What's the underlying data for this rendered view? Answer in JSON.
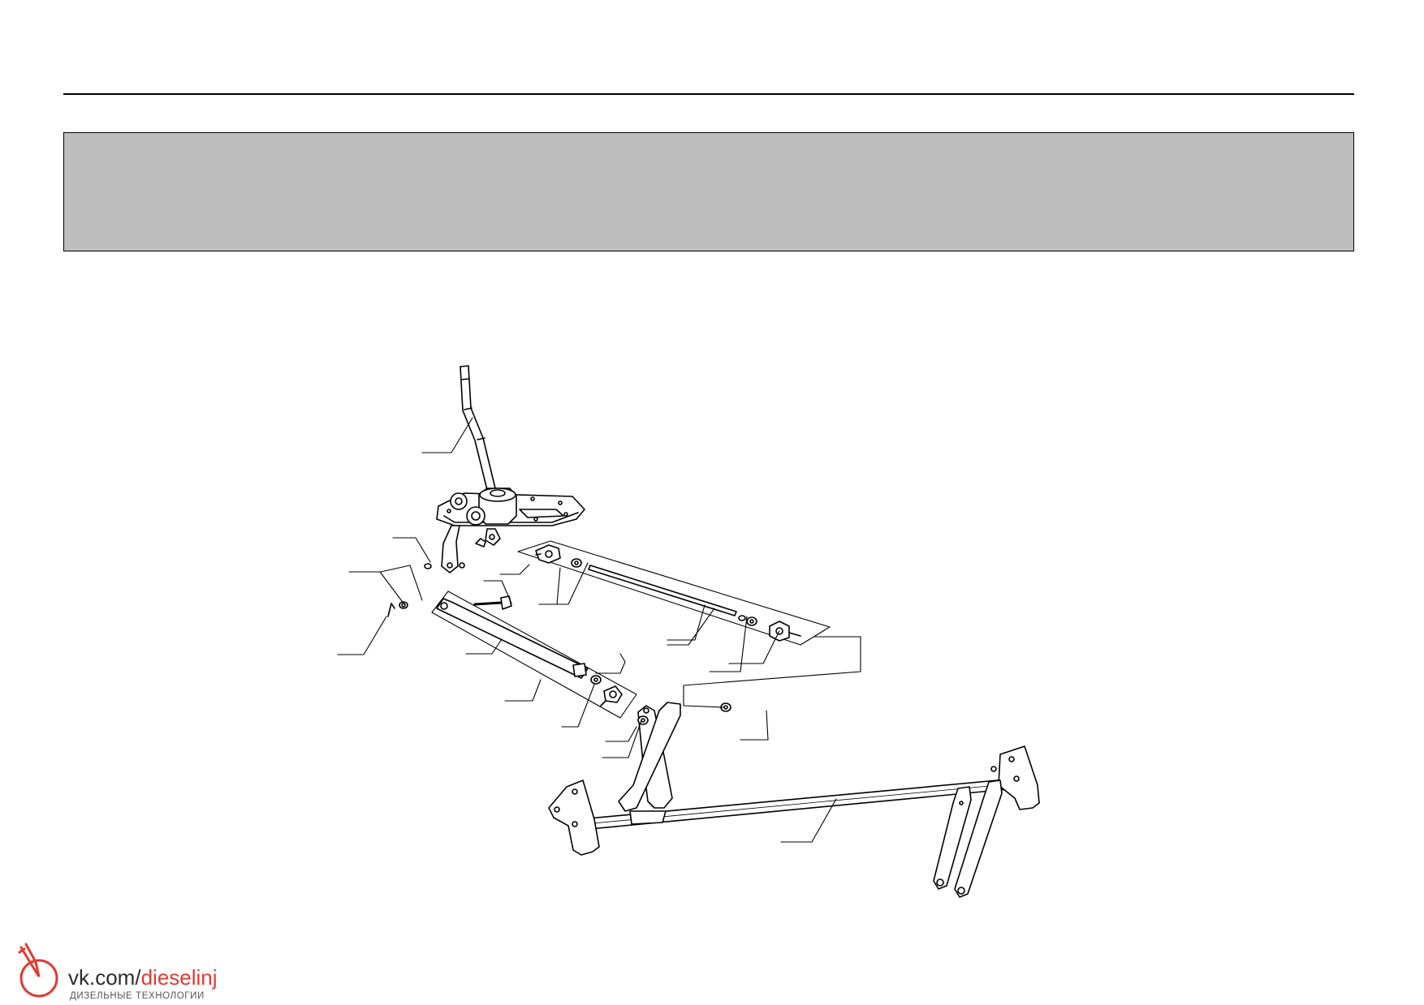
{
  "logo": {
    "site": "vk.com/",
    "handle": "dieselinj",
    "tagline": "ДИЗЕЛЬНЫЕ ТЕХНОЛОГИИ",
    "accent_color": "#e23a34",
    "icon": "fuel-injector-icon"
  },
  "header_band_color": "#bebebe",
  "drawing": {
    "parts": [
      "shift-lever",
      "shift-tower",
      "link-plate",
      "lower-shift-rod",
      "upper-shift-rod",
      "cross-shaft-assembly"
    ]
  }
}
